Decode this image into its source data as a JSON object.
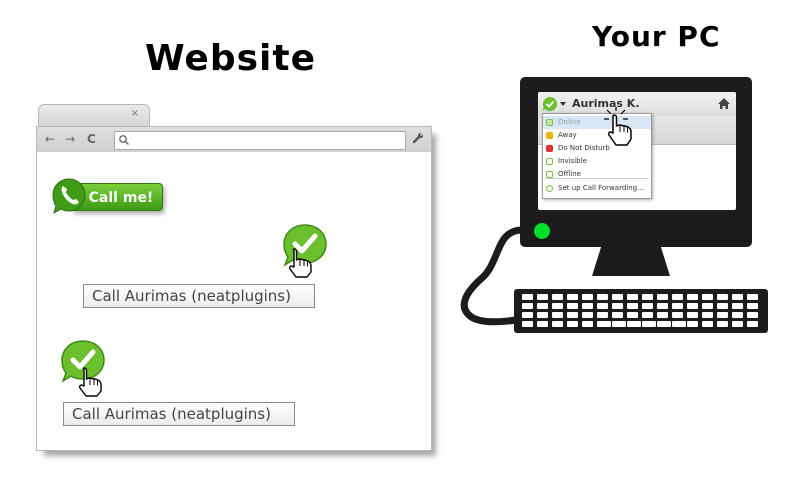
{
  "website_section": {
    "title": "Website",
    "browser": {
      "tab_close": "×",
      "nav_back": "←",
      "nav_forward": "→",
      "nav_reload": "C",
      "address_value": "",
      "icons": [
        "back-arrow-icon",
        "forward-arrow-icon",
        "reload-icon",
        "search-icon",
        "wrench-icon"
      ]
    },
    "call_me_button": {
      "label": "Call me!",
      "icon": "phone-icon"
    },
    "call_buttons": [
      {
        "label": "Call Aurimas (neatplugins)",
        "icon": "online-check-icon"
      },
      {
        "label": "Call Aurimas (neatplugins)",
        "icon": "online-check-icon"
      }
    ]
  },
  "pc_section": {
    "title": "Your PC",
    "app": {
      "user_name": "Aurimas K.",
      "home_icon": "home-icon",
      "status_menu": [
        {
          "label": "Online",
          "color": "#7cc243"
        },
        {
          "label": "Away",
          "color": "#f0b400"
        },
        {
          "label": "Do Not Disturb",
          "color": "#e53030"
        },
        {
          "label": "Invisible",
          "color": "#7cc243"
        },
        {
          "label": "Offline",
          "color": "#7cc243"
        }
      ],
      "forwarding_label": "Set up Call Forwarding..."
    },
    "power_led_color": "#00dd2a"
  },
  "colors": {
    "brand_green": "#5ab827",
    "dark_green": "#3f9a16",
    "device_black": "#1c1c1c"
  }
}
